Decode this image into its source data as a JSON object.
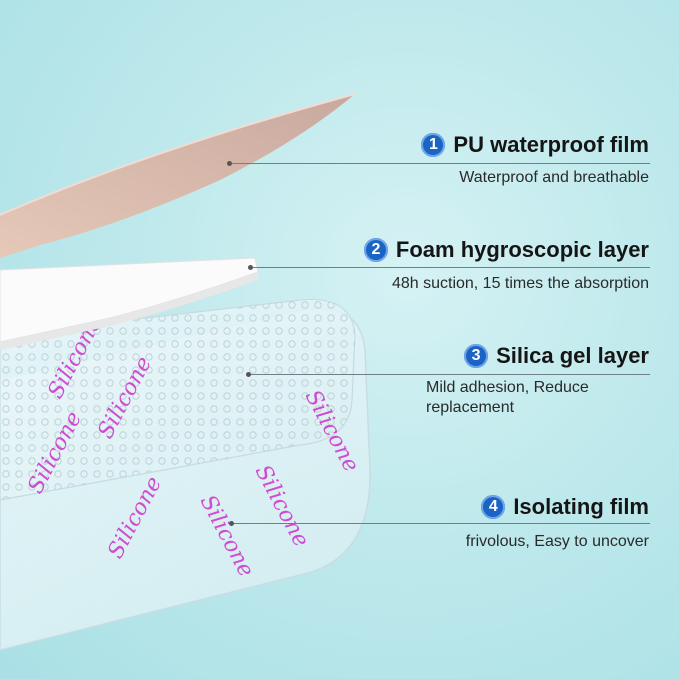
{
  "layers": [
    {
      "number": "1",
      "title": "PU waterproof film",
      "description": "Waterproof and breathable"
    },
    {
      "number": "2",
      "title": "Foam hygroscopic layer",
      "description": "48h suction, 15 times the absorption"
    },
    {
      "number": "3",
      "title": "Silica gel layer",
      "description": "Mild adhesion, Reduce replacement"
    },
    {
      "number": "4",
      "title": "Isolating film",
      "description": "frivolous, Easy to uncover"
    }
  ],
  "film_print": "Silicone",
  "colors": {
    "badge": "#1c64c4",
    "print": "#d04bd0",
    "background": "#bfe9ec"
  }
}
